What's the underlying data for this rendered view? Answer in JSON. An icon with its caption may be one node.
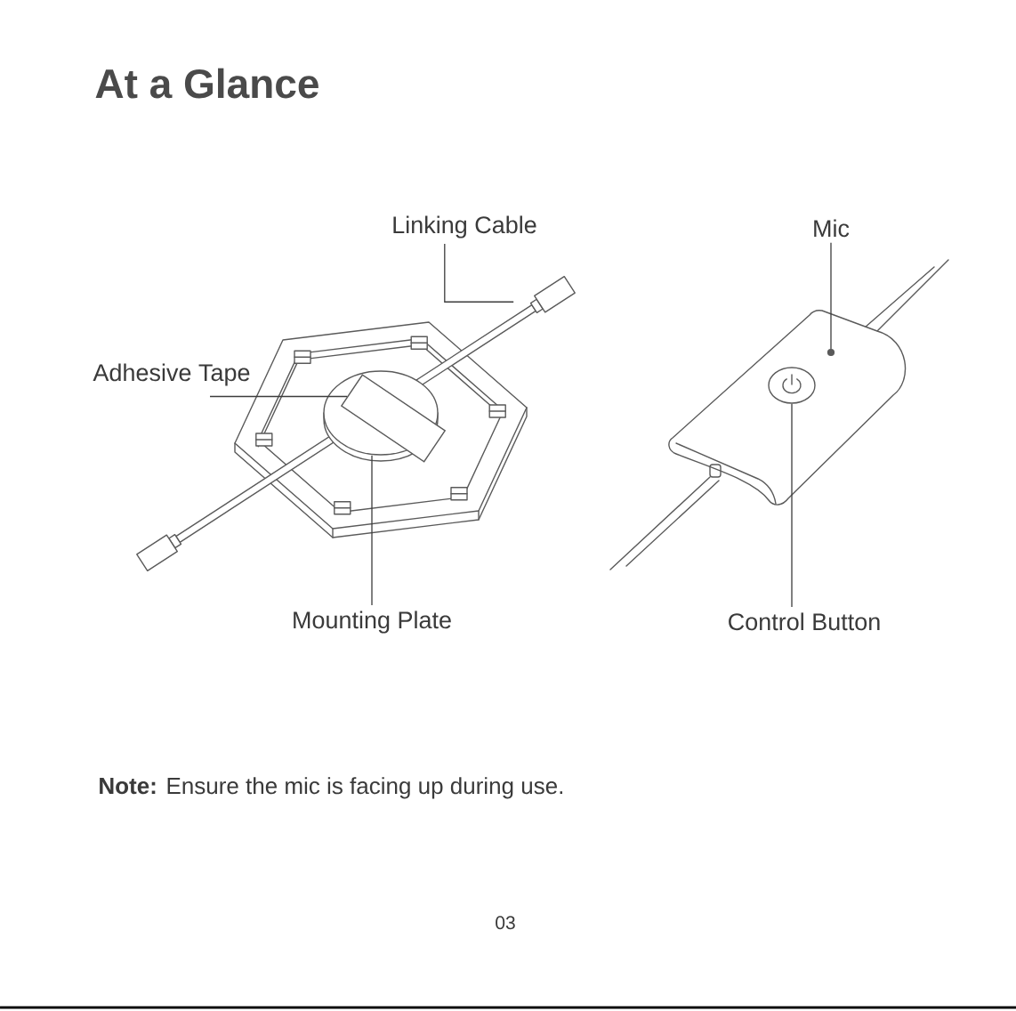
{
  "diagram": {
    "title": "At a Glance",
    "nodes": [
      {
        "text": [
          "Linking Cable"
        ]
      },
      {
        "text": [],
        "shape": "picture"
      },
      {
        "text": [
          "Adhesive Tape"
        ]
      },
      {
        "text": [],
        "shape": "box"
      },
      {
        "text": [
          "Mounting Plate"
        ]
      },
      {
        "text": [],
        "shape": "circle"
      },
      {
        "text": [
          "Mic"
        ]
      },
      {
        "text": [],
        "shape": "circle"
      },
      {
        "text": [
          "Control Button"
        ]
      },
      {
        "text": [],
        "shape": "circle"
      }
    ],
    "edges": [
      {
        "from": 0,
        "to": 1,
        "arrow": "none"
      },
      {
        "from": 2,
        "to": 3,
        "arrow": "none"
      },
      {
        "from": 4,
        "to": 5,
        "arrow": "none"
      },
      {
        "from": 6,
        "to": 7,
        "arrow": "none"
      },
      {
        "from": 8,
        "to": 9,
        "arrow": "none"
      }
    ],
    "labels": [
      "**Note:** Ensure the mic is facing up during use.",
      "03"
    ]
  }
}
